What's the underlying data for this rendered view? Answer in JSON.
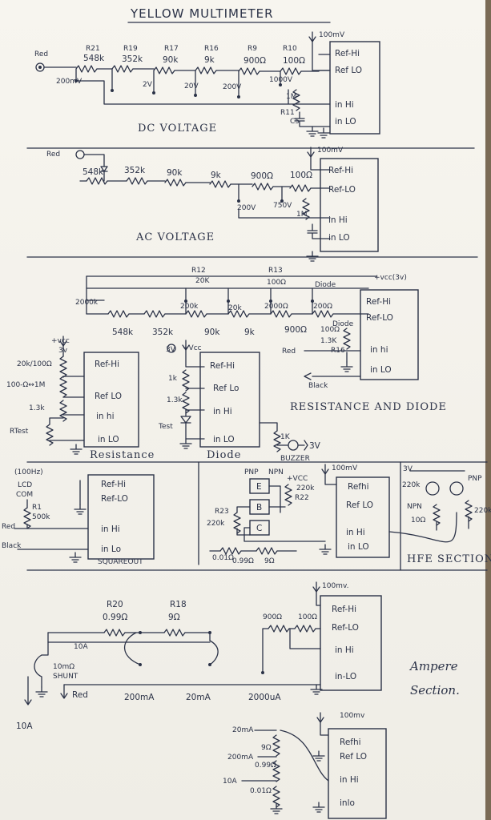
{
  "title": "YELLOW MULTIMETER",
  "dc": {
    "red": "Red",
    "r_names": [
      "R21",
      "R19",
      "R17",
      "R16",
      "R9",
      "R10"
    ],
    "r_values": [
      "548k",
      "352k",
      "90k",
      "9k",
      "900Ω",
      "100Ω"
    ],
    "ranges": [
      "200mV",
      "2V",
      "20V",
      "200V",
      "1000V"
    ],
    "vref": "100mV",
    "r_filter": "1M",
    "r11": "R11",
    "c5": "C5",
    "pins": [
      "Ref-Hi",
      "Ref LO",
      "in Hi",
      "in LO"
    ],
    "label": "DC VOLTAGE"
  },
  "ac": {
    "red": "Red",
    "r_values": [
      "548k",
      "352k",
      "90k",
      "9k",
      "900Ω",
      "100Ω"
    ],
    "ranges": [
      "200V",
      "750V"
    ],
    "r_filter": "1M",
    "vref": "100mV",
    "pins": [
      "Ref-Hi",
      "Ref-LO",
      "in Hi",
      "in LO"
    ],
    "label": "AC VOLTAGE"
  },
  "res": {
    "r12": "R12",
    "r12_val": "20K",
    "r13": "R13",
    "r13_val": "100Ω",
    "diode": "Diode",
    "vcc": "+vcc(3v)",
    "taps": [
      "2000k",
      "200k",
      "20k",
      "2000Ω",
      "200Ω"
    ],
    "ladder_values": [
      "548k",
      "352k",
      "90k",
      "9k",
      "900Ω",
      "100Ω"
    ],
    "diode_tap": "Diode",
    "r16": "1.3K",
    "r16_name": "R16",
    "red": "Red",
    "black": "Black",
    "pins": [
      "Ref-Hi",
      "Ref-LO",
      "in hi",
      "in LO"
    ],
    "label": "RESISTANCE AND DIODE"
  },
  "resistance": {
    "vcc": "+vcc",
    "vcc_v": "3v",
    "top_r": "20k/100Ω",
    "mid_r": "100-Ω↔1M",
    "low_r": "1.3k",
    "rtest": "RTest",
    "pins": [
      "Ref-Hi",
      "Ref LO",
      "in hi",
      "in LO"
    ],
    "label": "Resistance"
  },
  "diode_block": {
    "v": "3V",
    "vcc": "+Vcc",
    "r1": "1k",
    "r2": "1.3k",
    "test": "Test",
    "pins": [
      "Ref-Hi",
      "Ref Lo",
      "in Hi",
      "in LO"
    ],
    "label": "Diode"
  },
  "buzzer": {
    "r": "1K",
    "v": "3V",
    "label": "BUZZER"
  },
  "square": {
    "freq": "(100Hz)",
    "lcd": "LCD",
    "com": "COM",
    "r1": "R1",
    "r1_val": "500k",
    "red": "Red",
    "black": "Black",
    "pins": [
      "Ref-Hi",
      "Ref-LO",
      "in Hi",
      "in Lo"
    ],
    "label": "SQUAREOUT"
  },
  "hfe": {
    "pnp": "PNP",
    "npn": "NPN",
    "vcc": "+VCC",
    "e": "E",
    "b": "B",
    "c": "C",
    "r22_val": "220k",
    "r22": "R22",
    "r23": "R23",
    "r23_val": "220k",
    "shunt1": "0.01Ω",
    "shunt2": "0.99Ω",
    "shunt3": "9Ω",
    "vref": "100mV",
    "pins": [
      "Refhi",
      "Ref LO",
      "in Hi",
      "in LO"
    ],
    "side_v": "3V",
    "side_pnp": "PNP",
    "side_npn": "NPN",
    "side_r1": "220k",
    "side_r2": "10Ω",
    "side_r3": "220k",
    "label": "HFE SECTION"
  },
  "ampere": {
    "vref": "100mv.",
    "r20": "R20",
    "r20_val": "0.99Ω",
    "r18": "R18",
    "r18_val": "9Ω",
    "r_a": "900Ω",
    "r_b": "100Ω",
    "ten_a": "10A",
    "shunt_r": "10mΩ",
    "shunt": "SHUNT",
    "red": "Red",
    "ranges": [
      "200mA",
      "20mA",
      "2000uA"
    ],
    "ten_a_out": "10A",
    "pins": [
      "Ref-Hi",
      "Ref-LO",
      "in Hi",
      "in-LO"
    ],
    "label1": "Ampere",
    "label2": "Section."
  },
  "switch": {
    "vref": "100mv",
    "ranges": [
      "20mA",
      "200mA",
      "10A"
    ],
    "r1": "9Ω",
    "r2": "0.99Ω",
    "r3": "0.01Ω",
    "pins": [
      "Refhi",
      "Ref LO",
      "in Hi",
      "inlo"
    ]
  }
}
